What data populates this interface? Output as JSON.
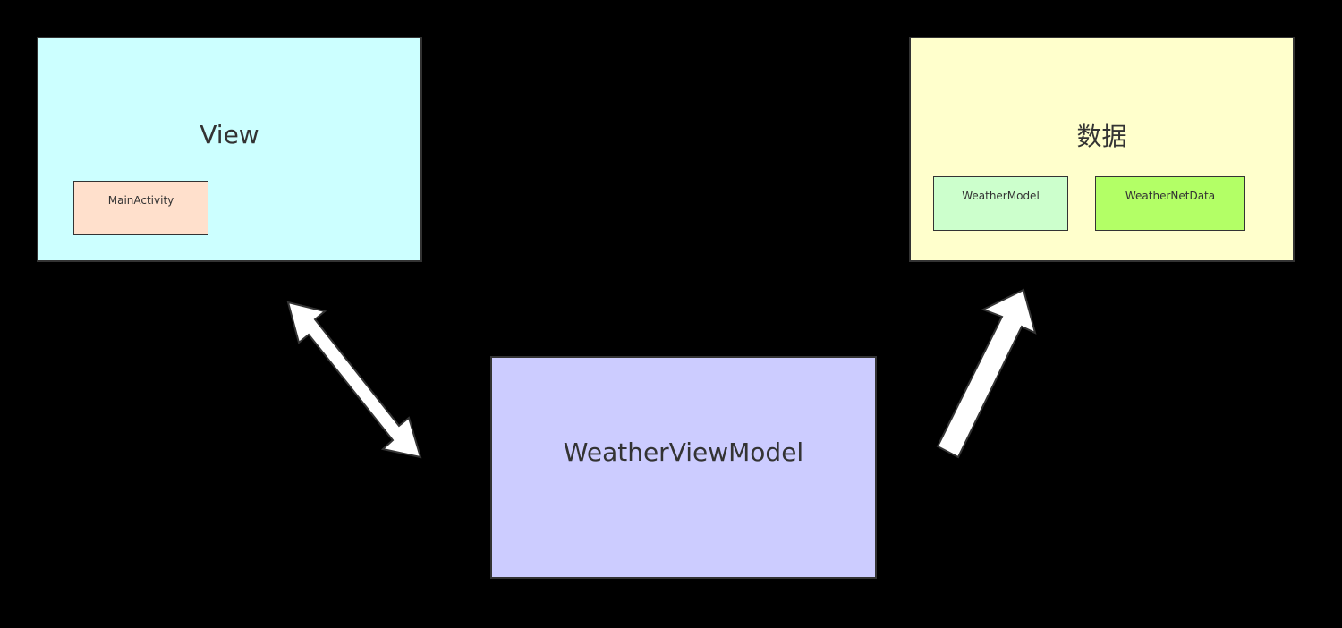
{
  "view": {
    "title": "View",
    "main_activity": "MainActivity"
  },
  "data": {
    "title": "数据",
    "weather_model": "WeatherModel",
    "weather_net_data": "WeatherNetData"
  },
  "viewmodel": {
    "title": "WeatherViewModel"
  },
  "colors": {
    "background": "#000000",
    "view_box": "#ccffff",
    "data_box": "#ffffcc",
    "viewmodel_box": "#ccccff",
    "main_activity_box": "#ffe0cc",
    "weather_model_box": "#ccffcc",
    "weather_net_data_box": "#b3ff66",
    "arrow_fill": "#ffffff",
    "arrow_stroke": "#333333"
  },
  "connectors": [
    {
      "from": "view",
      "to": "viewmodel",
      "kind": "bidirectional-arrow"
    },
    {
      "from": "viewmodel",
      "to": "data",
      "kind": "single-arrow"
    }
  ]
}
